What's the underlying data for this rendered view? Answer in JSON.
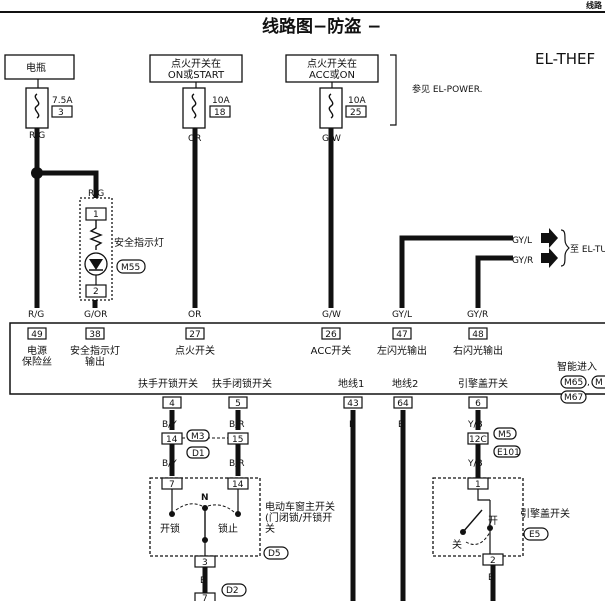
{
  "header": {
    "corner": "线路",
    "title": "线路图−防盗 −",
    "code": "EL-THEF"
  },
  "power": {
    "battery": "电瓶",
    "ign": "点火开关在\nON或START",
    "acc": "点火开关在\nACC或ON",
    "ref": "参见 EL-POWER."
  },
  "fuses": [
    {
      "amp": "7.5A",
      "num": "3"
    },
    {
      "amp": "10A",
      "num": "18"
    },
    {
      "amp": "10A",
      "num": "25"
    }
  ],
  "wires": {
    "rg": "R/G",
    "or": "OR",
    "gw": "G/W",
    "gor": "G/OR",
    "gyl": "GY/L",
    "gyr": "GY/R",
    "by": "B/Y",
    "br": "B/R",
    "yb": "Y/B",
    "b": "B"
  },
  "lamp": {
    "label": "安全指示灯",
    "conn": "M55",
    "pin1": "1",
    "pin2": "2"
  },
  "to_label": "至 EL-TU",
  "unit": {
    "pins": [
      "49",
      "38",
      "27",
      "26",
      "47",
      "48"
    ],
    "labels": [
      "电源\n保险丝",
      "安全指示灯\n输出",
      "点火开关",
      "ACC开关",
      "左闪光输出",
      "右闪光输出"
    ],
    "bottom_labels": [
      "扶手开锁开关",
      "扶手闭锁开关",
      "地线1",
      "地线2",
      "引擎盖开关"
    ],
    "bottom_pins": [
      "4",
      "5",
      "43",
      "64",
      "6"
    ],
    "side": "智能进入",
    "conns": [
      "M65",
      "M",
      "M67"
    ]
  },
  "joints": {
    "left_pins": [
      "14",
      "15"
    ],
    "left_conns": [
      "M3",
      "D1"
    ],
    "right_pin": "12C",
    "right_conns": [
      "M5",
      "E101"
    ]
  },
  "door_switch": {
    "pins": [
      "7",
      "14",
      "3"
    ],
    "n": "N",
    "unlock": "开锁",
    "lock": "锁止",
    "label": "电动车窗主开关\n(门闭锁/开锁开\n关",
    "conn": "D5",
    "bottom_conn": "D2",
    "bottom_pin": "7"
  },
  "hood": {
    "pins": [
      "1",
      "2"
    ],
    "open": "开",
    "close": "关",
    "label": "引擎盖开关",
    "conn": "E5"
  }
}
